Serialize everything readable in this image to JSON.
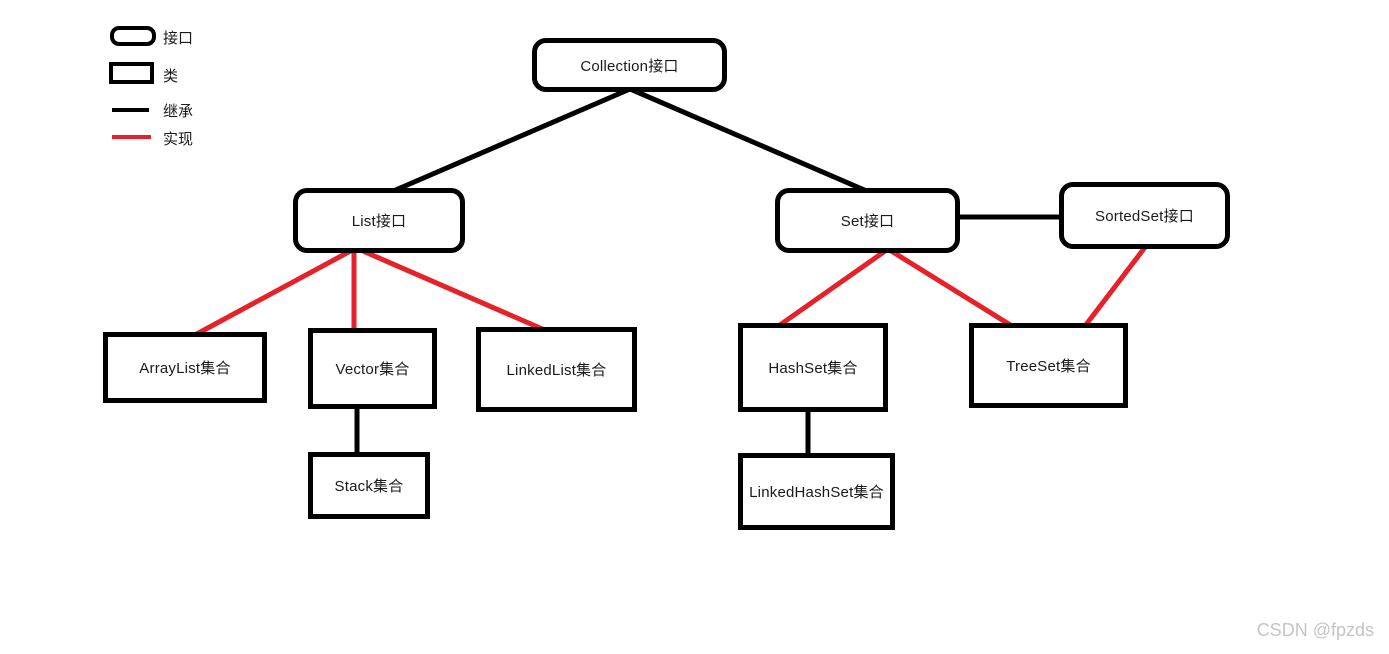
{
  "colors": {
    "background": "#ffffff",
    "box_border": "#000000",
    "text": "#1a1a1a",
    "inheritance": "#000000",
    "implementation": "#e62129",
    "watermark": "#c3c5c7"
  },
  "legend": {
    "interface_label": "接口",
    "class_label": "类",
    "inheritance_label": "继承",
    "implementation_label": "实现"
  },
  "nodes": {
    "collection": "Collection接口",
    "list": "List接口",
    "set": "Set接口",
    "sortedset": "SortedSet接口",
    "arraylist": "ArrayList集合",
    "vector": "Vector集合",
    "linkedlist": "LinkedList集合",
    "stack": "Stack集合",
    "hashset": "HashSet集合",
    "treeset": "TreeSet集合",
    "linkedhashset": "LinkedHashSet集合"
  },
  "edges": [
    {
      "from": "collection",
      "to": "list",
      "type": "inheritance"
    },
    {
      "from": "collection",
      "to": "set",
      "type": "inheritance"
    },
    {
      "from": "set",
      "to": "sortedset",
      "type": "inheritance"
    },
    {
      "from": "vector",
      "to": "stack",
      "type": "inheritance"
    },
    {
      "from": "hashset",
      "to": "linkedhashset",
      "type": "inheritance"
    },
    {
      "from": "list",
      "to": "arraylist",
      "type": "implementation"
    },
    {
      "from": "list",
      "to": "vector",
      "type": "implementation"
    },
    {
      "from": "list",
      "to": "linkedlist",
      "type": "implementation"
    },
    {
      "from": "set",
      "to": "hashset",
      "type": "implementation"
    },
    {
      "from": "set",
      "to": "treeset",
      "type": "implementation"
    },
    {
      "from": "sortedset",
      "to": "treeset",
      "type": "implementation"
    }
  ],
  "watermark": "CSDN @fpzds"
}
